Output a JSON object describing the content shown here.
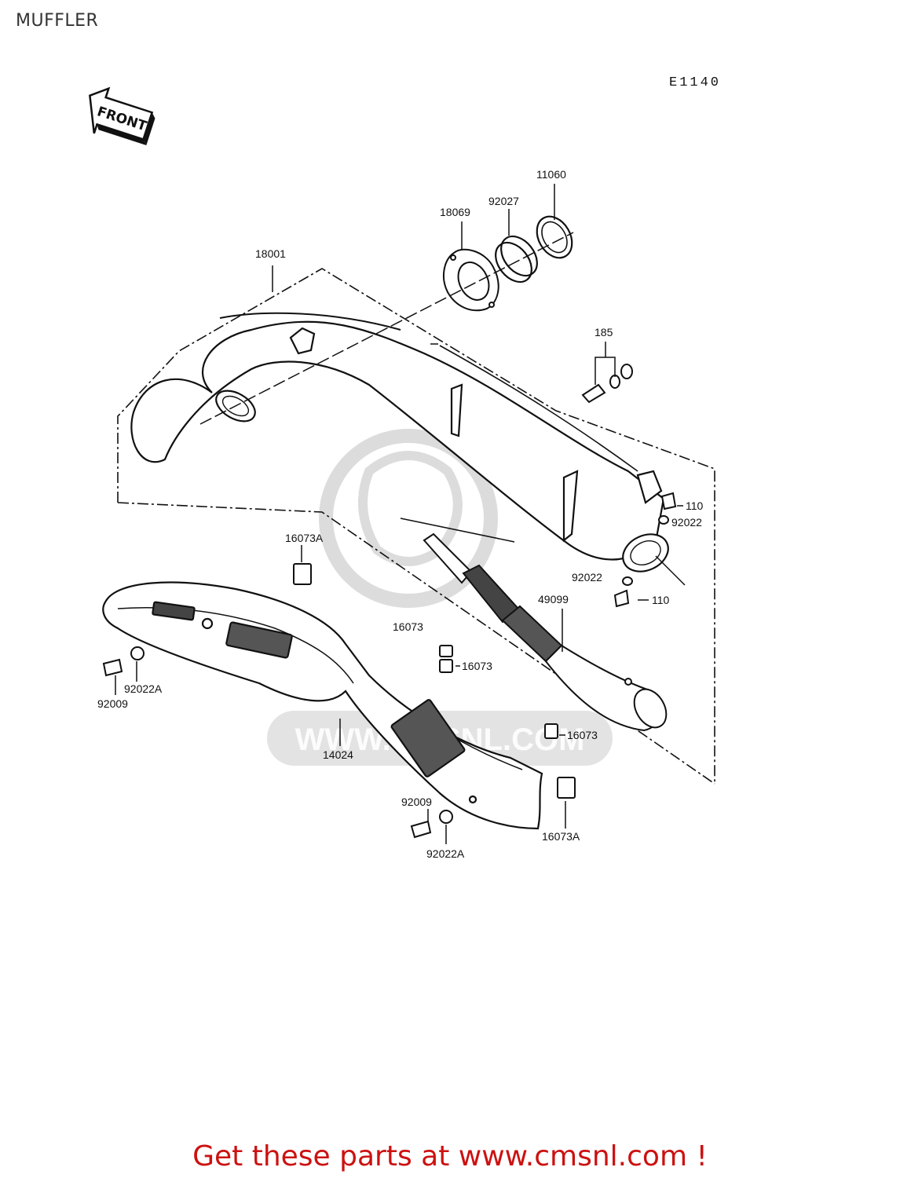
{
  "header": {
    "title": "MUFFLER",
    "diagram_code": "E1140"
  },
  "front_arrow": {
    "label": "FRONT"
  },
  "callouts": {
    "p18001": "18001",
    "p18069": "18069",
    "p92027": "92027",
    "p11060": "11060",
    "p185": "185",
    "p110_upper": "110",
    "p92022_upper": "92022",
    "p92022_lower": "92022",
    "p110_lower": "110",
    "p49099": "49099",
    "p16073A_upper": "16073A",
    "p16073_upper": "16073",
    "p16073_middle": "16073",
    "p16073_lower": "16073",
    "p92022A_left": "92022A",
    "p92009_left": "92009",
    "p14024": "14024",
    "p92009_bottom": "92009",
    "p92022A_bottom": "92022A",
    "p16073A_bottom": "16073A"
  },
  "watermark": {
    "text": "WWW.CMSNL.COM"
  },
  "footer": {
    "text": "Get these parts at www.cmsnl.com !"
  },
  "colors": {
    "line": "#111111",
    "footer": "#cc1111",
    "watermark": "#cfcfcf"
  }
}
